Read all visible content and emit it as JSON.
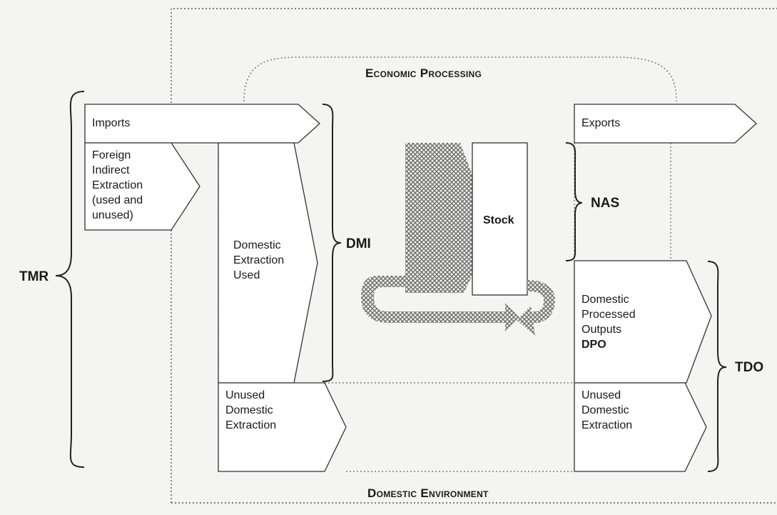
{
  "titles": {
    "top": "Economic Processing",
    "bottom": "Domestic Environment"
  },
  "inputs": {
    "imports": "Imports",
    "foreign_indirect": "Foreign\nIndirect\nExtraction\n(used and\nunused)",
    "domestic_used": "Domestic\nExtraction\nUsed",
    "unused_in": "Unused\nDomestic\nExtraction"
  },
  "outputs": {
    "exports": "Exports",
    "dpo_text": "Domestic\nProcessed\nOutputs",
    "dpo_abbr": "DPO",
    "unused_out": "Unused\nDomestic\nExtraction"
  },
  "center": {
    "stock": "Stock"
  },
  "brackets": {
    "tmr": "TMR",
    "dmi": "DMI",
    "nas": "NAS",
    "tdo": "TDO"
  },
  "colors": {
    "line": "#333333",
    "box_fill": "#ffffff",
    "hatch": "#6e6e6e"
  }
}
